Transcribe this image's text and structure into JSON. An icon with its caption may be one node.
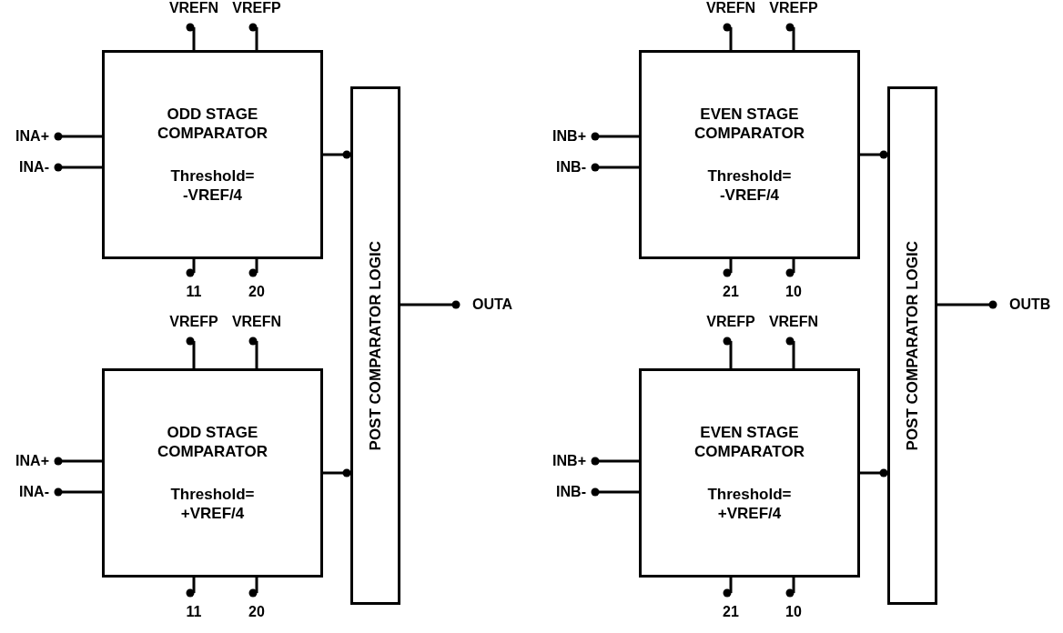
{
  "diagram": {
    "nodes": [
      {
        "text": [
          "ODD STAGE COMPARATOR",
          "Threshold= -VREF/4"
        ]
      },
      {
        "text": [
          "VREFN"
        ]
      },
      {
        "text": [
          "VREFP"
        ]
      },
      {
        "text": [
          "INA+"
        ]
      },
      {
        "text": [
          "INA-"
        ]
      },
      {
        "text": [
          "11"
        ]
      },
      {
        "text": [
          "20"
        ]
      },
      {
        "text": [
          "POST COMPARATOR LOGIC"
        ]
      },
      {
        "text": [
          "OUTA"
        ]
      },
      {
        "text": [
          "ODD STAGE COMPARATOR",
          "Threshold= +VREF/4"
        ]
      },
      {
        "text": [
          "VREFP"
        ]
      },
      {
        "text": [
          "VREFN"
        ]
      },
      {
        "text": [
          "INA+"
        ]
      },
      {
        "text": [
          "INA-"
        ]
      },
      {
        "text": [
          "11"
        ]
      },
      {
        "text": [
          "20"
        ]
      },
      {
        "text": [
          "EVEN STAGE COMPARATOR",
          "Threshold= -VREF/4"
        ]
      },
      {
        "text": [
          "VREFN"
        ]
      },
      {
        "text": [
          "VREFP"
        ]
      },
      {
        "text": [
          "INB+"
        ]
      },
      {
        "text": [
          "INB-"
        ]
      },
      {
        "text": [
          "21"
        ]
      },
      {
        "text": [
          "10"
        ]
      },
      {
        "text": [
          "POST COMPARATOR LOGIC"
        ]
      },
      {
        "text": [
          "OUTB"
        ]
      },
      {
        "text": [
          "EVEN STAGE COMPARATOR",
          "Threshold= +VREF/4"
        ]
      },
      {
        "text": [
          "VREFP"
        ]
      },
      {
        "text": [
          "VREFN"
        ]
      },
      {
        "text": [
          "INB+"
        ]
      },
      {
        "text": [
          "INB-"
        ]
      },
      {
        "text": [
          "21"
        ]
      },
      {
        "text": [
          "10"
        ]
      }
    ],
    "edges": [
      {
        "from": 0,
        "to": 1,
        "arrow": "other"
      },
      {
        "from": 0,
        "to": 2,
        "arrow": "other"
      },
      {
        "from": 0,
        "to": 3,
        "arrow": "other"
      },
      {
        "from": 0,
        "to": 4,
        "arrow": "other"
      },
      {
        "from": 0,
        "to": 5,
        "arrow": "other"
      },
      {
        "from": 0,
        "to": 6,
        "arrow": "other"
      },
      {
        "from": 0,
        "to": 7,
        "arrow": "other"
      },
      {
        "from": 9,
        "to": 10,
        "arrow": "other"
      },
      {
        "from": 9,
        "to": 11,
        "arrow": "other"
      },
      {
        "from": 9,
        "to": 12,
        "arrow": "other"
      },
      {
        "from": 9,
        "to": 13,
        "arrow": "other"
      },
      {
        "from": 9,
        "to": 14,
        "arrow": "other"
      },
      {
        "from": 9,
        "to": 15,
        "arrow": "other"
      },
      {
        "from": 9,
        "to": 7,
        "arrow": "other"
      },
      {
        "from": 7,
        "to": 8,
        "arrow": "other"
      },
      {
        "from": 16,
        "to": 17,
        "arrow": "other"
      },
      {
        "from": 16,
        "to": 18,
        "arrow": "other"
      },
      {
        "from": 16,
        "to": 19,
        "arrow": "other"
      },
      {
        "from": 16,
        "to": 20,
        "arrow": "other"
      },
      {
        "from": 16,
        "to": 21,
        "arrow": "other"
      },
      {
        "from": 16,
        "to": 22,
        "arrow": "other"
      },
      {
        "from": 16,
        "to": 23,
        "arrow": "other"
      },
      {
        "from": 25,
        "to": 26,
        "arrow": "other"
      },
      {
        "from": 25,
        "to": 27,
        "arrow": "other"
      },
      {
        "from": 25,
        "to": 28,
        "arrow": "other"
      },
      {
        "from": 25,
        "to": 29,
        "arrow": "other"
      },
      {
        "from": 25,
        "to": 30,
        "arrow": "other"
      },
      {
        "from": 25,
        "to": 31,
        "arrow": "other"
      },
      {
        "from": 25,
        "to": 23,
        "arrow": "other"
      },
      {
        "from": 23,
        "to": 24,
        "arrow": "other"
      }
    ]
  }
}
